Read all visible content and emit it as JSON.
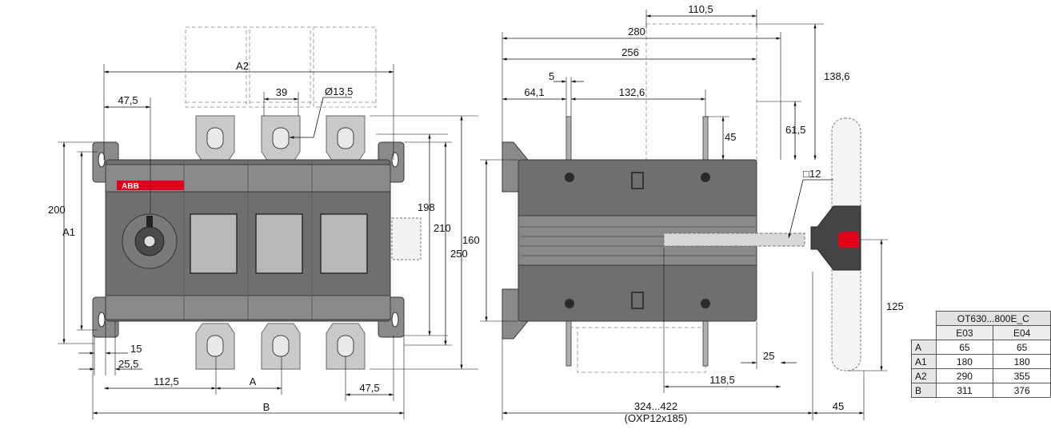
{
  "brand": "ABB",
  "colors": {
    "brand": "#e2001a",
    "body": "#6f6f6f",
    "terminal": "#c9c9c9"
  },
  "front_view": {
    "dims": {
      "A2": "A2",
      "d47_5_top": "47,5",
      "d39": "39",
      "dia": "Ø13,5",
      "d200": "200",
      "A1": "A1",
      "d198": "198",
      "d210": "210",
      "d250": "250",
      "d15": "15",
      "d25_5": "25,5",
      "d112_5": "112,5",
      "A": "A",
      "d47_5_bot": "47,5",
      "B": "B"
    }
  },
  "side_view": {
    "dims": {
      "d110_5": "110,5",
      "d280": "280",
      "d256": "256",
      "d138_6": "138,6",
      "d5": "5",
      "d64_1": "64,1",
      "d132_6": "132,6",
      "d61_5": "61,5",
      "d45_top": "45",
      "sq12": "□12",
      "d160": "160",
      "d125": "125",
      "d25": "25",
      "d118_5": "118,5",
      "d324_422": "324...422",
      "oxp": "(OXP12x185)",
      "d45_bot": "45"
    }
  },
  "dim_table": {
    "title": "OT630...800E_C",
    "columns": [
      "E03",
      "E04"
    ],
    "rows": [
      {
        "label": "A",
        "values": [
          "65",
          "65"
        ]
      },
      {
        "label": "A1",
        "values": [
          "180",
          "180"
        ]
      },
      {
        "label": "A2",
        "values": [
          "290",
          "355"
        ]
      },
      {
        "label": "B",
        "values": [
          "311",
          "376"
        ]
      }
    ]
  }
}
